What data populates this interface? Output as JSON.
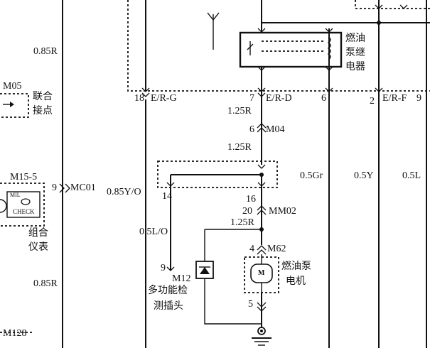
{
  "labels": {
    "w_085r_top": "0.85R",
    "m05": "M05",
    "joint_l1": "联合",
    "joint_l2": "接点",
    "m15_5": "M15-5",
    "mc01_pin": "9",
    "mc01": "MC01",
    "mil": "MIL",
    "check": "CHECK",
    "combo_l1": "组合",
    "combo_l2": "仪表",
    "w_085r_bot": "0.85R",
    "m128": "M128",
    "pin18": "18",
    "er_g": "E/R-G",
    "pin7": "7",
    "er_d": "E/R-D",
    "pin6": "6",
    "pin2": "2",
    "er_f": "E/R-F",
    "pin9": "9",
    "relay_l1": "燃油",
    "relay_l2": "泵继",
    "relay_l3": "电器",
    "w_125r_a": "1.25R",
    "m04_pin": "6",
    "m04": "M04",
    "w_125r_b": "1.25R",
    "w_05gr": "0.5Gr",
    "w_05y": "0.5Y",
    "w_05l": "0.5L",
    "w_085yo": "0.85Y/O",
    "pin14": "14",
    "pin16": "16",
    "mm02_pin": "20",
    "mm02": "MM02",
    "w_125r_c": "1.25R",
    "w_05lo": "0.5L/O",
    "m12_pin": "9",
    "m12": "M12",
    "diag_l1": "多功能检",
    "diag_l2": "测插头",
    "m62_pin": "4",
    "m62": "M62",
    "motor_m": "M",
    "pump_l1": "燃油泵",
    "pump_l2": "电机",
    "pin5": "5"
  }
}
